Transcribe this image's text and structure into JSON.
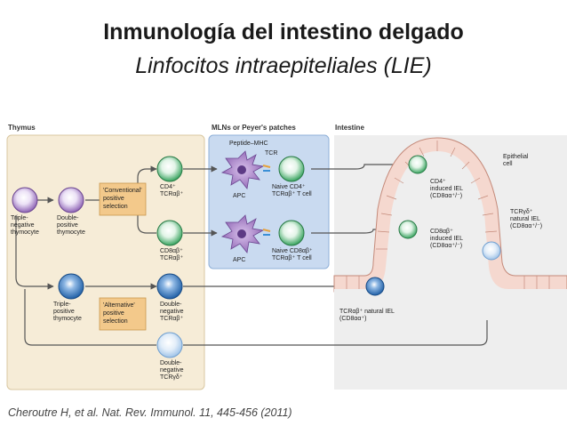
{
  "slide": {
    "title": "Inmunología del intestino delgado",
    "subtitle": "Linfocitos intraepiteliales (LIE)",
    "citation": "Cheroutre H, et al. Nat. Rev. Immunol. 11, 445-456 (2011)"
  },
  "figure": {
    "section_thymus": "Thymus",
    "section_mln": "MLNs or Peyer's patches",
    "section_intestine": "Intestine",
    "triple_negative": [
      "Triple-",
      "negative",
      "thymocyte"
    ],
    "double_positive": [
      "Double-",
      "positive",
      "thymocyte"
    ],
    "conventional_box": [
      "'Conventional'",
      "positive",
      "selection"
    ],
    "alternative_box": [
      "'Alternative'",
      "positive",
      "selection"
    ],
    "triple_positive": [
      "Triple-",
      "positive",
      "thymocyte"
    ],
    "cd4_cell": [
      "CD4⁺",
      "TCRαβ⁺"
    ],
    "cd8_cell": [
      "CD8αβ⁺",
      "TCRαβ⁺"
    ],
    "dn_ab_cell": [
      "Double-",
      "negative",
      "TCRαβ⁺"
    ],
    "dn_gd_cell": [
      "Double-",
      "negative",
      "TCRγδ⁺"
    ],
    "peptide_mhc": "Peptide–MHC",
    "tcr": "TCR",
    "apc": "APC",
    "naive_cd4": [
      "Naive CD4⁺",
      "TCRαβ⁺ T cell"
    ],
    "naive_cd8": [
      "Naive CD8αβ⁺",
      "TCRαβ⁺ T cell"
    ],
    "epithelial": [
      "Epithelial",
      "cell"
    ],
    "cd4_iel": [
      "CD4⁺",
      "induced IEL",
      "(CD8αα⁺/⁻)"
    ],
    "cd8_iel": [
      "CD8αβ⁺",
      "induced IEL",
      "(CD8αα⁺/⁻)"
    ],
    "gd_iel": [
      "TCRγδ⁺",
      "natural IEL",
      "(CD8αα⁺/⁻)"
    ],
    "ab_iel": [
      "TCRαβ⁺ natural IEL",
      "(CD8αα⁺)"
    ]
  },
  "colors": {
    "thymus_bg": "#f6ecd7",
    "mln_bg": "#c9daf0",
    "green_cell": "#37a35e",
    "purple_cell": "#8e63b5",
    "blue_cell": "#1f6fb8",
    "pale_blue_cell": "#9fc3e8",
    "label_box": "#f3c98b"
  }
}
